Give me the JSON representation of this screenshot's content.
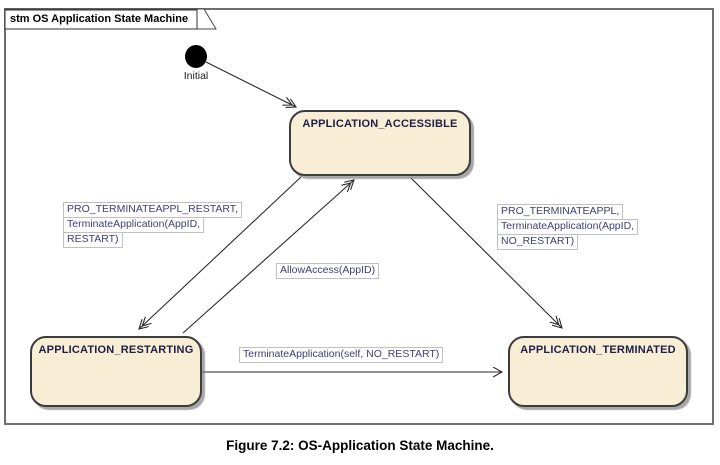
{
  "frame": {
    "title": "stm OS Application State Machine"
  },
  "initial": {
    "label": "Initial"
  },
  "states": [
    {
      "name": "APPLICATION_ACCESSIBLE"
    },
    {
      "name": "APPLICATION_RESTARTING"
    },
    {
      "name": "APPLICATION_TERMINATED"
    }
  ],
  "transitions": [
    {
      "from": "APPLICATION_ACCESSIBLE",
      "to": "APPLICATION_RESTARTING",
      "lines": [
        "PRO_TERMINATEAPPL_RESTART,",
        "TerminateApplication(AppID,",
        "RESTART)"
      ]
    },
    {
      "from": "APPLICATION_RESTARTING",
      "to": "APPLICATION_ACCESSIBLE",
      "lines": [
        "AllowAccess(AppID)"
      ]
    },
    {
      "from": "APPLICATION_ACCESSIBLE",
      "to": "APPLICATION_TERMINATED",
      "lines": [
        "PRO_TERMINATEAPPL,",
        "TerminateApplication(AppID,",
        "NO_RESTART)"
      ]
    },
    {
      "from": "APPLICATION_RESTARTING",
      "to": "APPLICATION_TERMINATED",
      "lines": [
        "TerminateApplication(self, NO_RESTART)"
      ]
    },
    {
      "from": "Initial",
      "to": "APPLICATION_ACCESSIBLE",
      "lines": []
    }
  ],
  "caption": "Figure 7.2: OS-Application State Machine.",
  "colors": {
    "state_fill": "#F8EED6",
    "state_border": "#3C3C3C",
    "state_title": "#1E1E46",
    "label_text": "#3E3E74",
    "label_border": "#C0C0C0",
    "frame_border": "#6E6E6E",
    "line": "#2A2A2A"
  }
}
